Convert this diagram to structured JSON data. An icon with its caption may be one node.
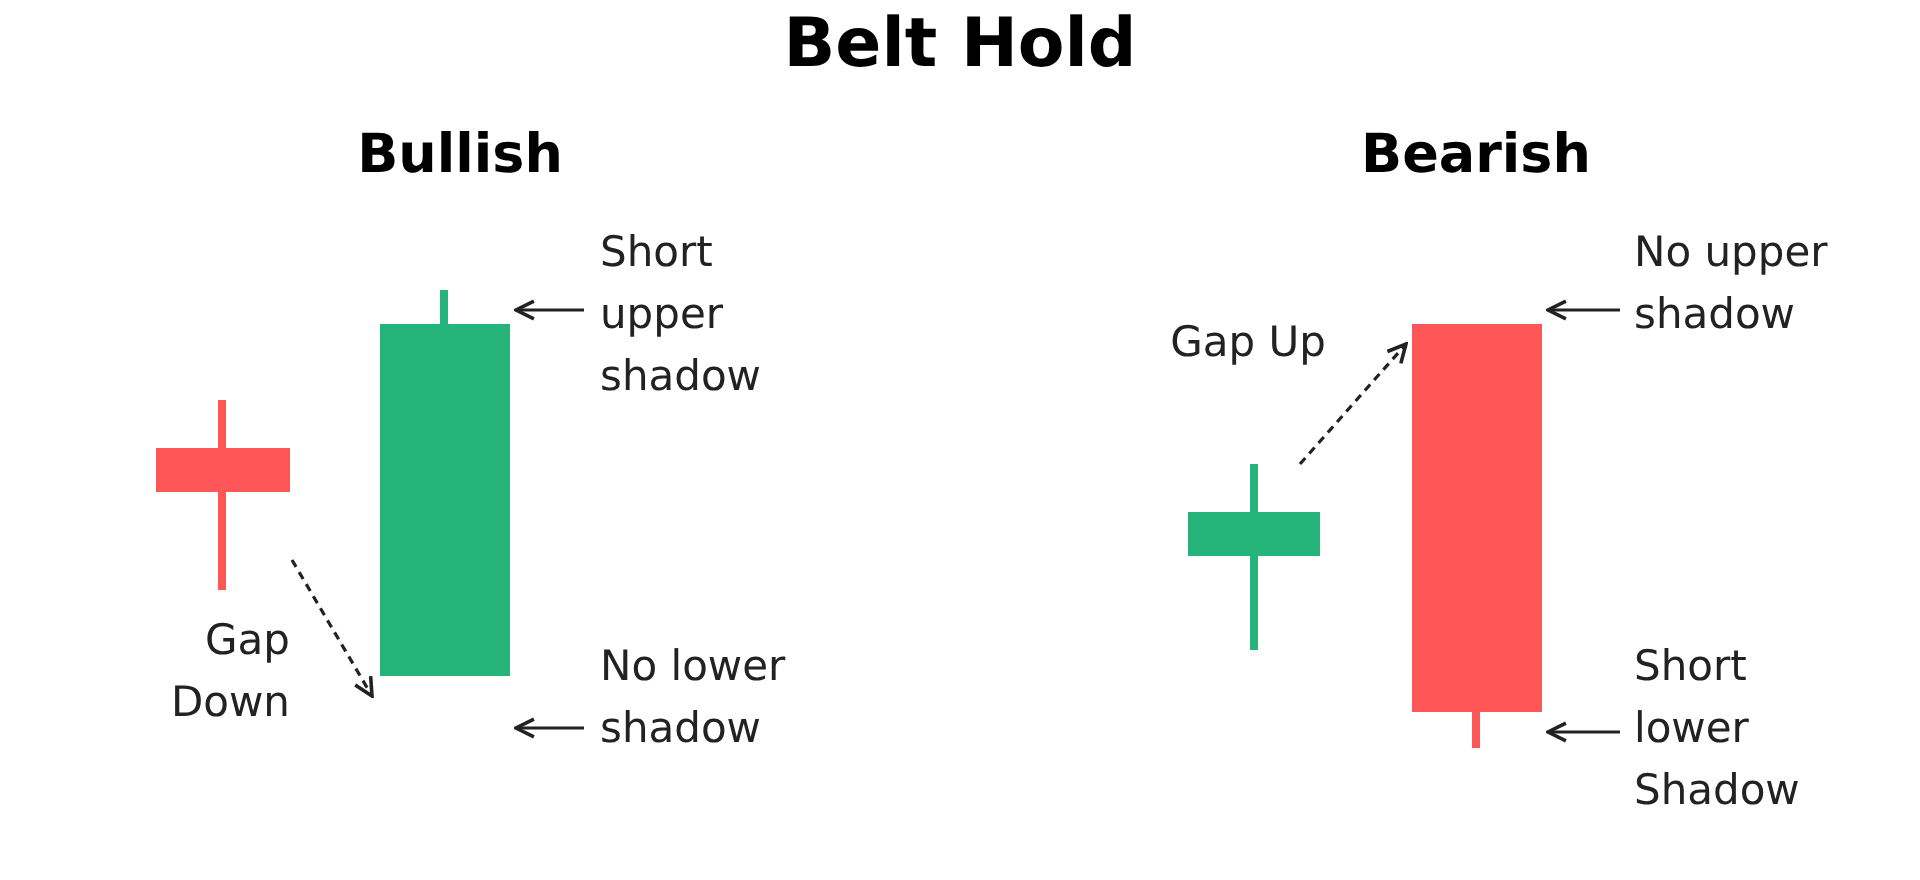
{
  "diagram": {
    "title": "Belt Hold",
    "nodes": [
      {
        "text": [],
        "shape": "bar"
      },
      {
        "text": [],
        "shape": "bar"
      },
      {
        "text": [
          "Short upper shadow"
        ]
      },
      {
        "text": [
          "No lower shadow"
        ]
      },
      {
        "text": [],
        "shape": "bar"
      },
      {
        "text": [],
        "shape": "bar"
      },
      {
        "text": [
          "No upper shadow"
        ]
      },
      {
        "text": [
          "Short lower Shadow"
        ]
      }
    ],
    "edges": [
      {
        "from": 0,
        "to": 1,
        "arrow": "to",
        "style": "dashed",
        "label": "Gap Down"
      },
      {
        "from": 2,
        "to": 1,
        "arrow": "to"
      },
      {
        "from": 3,
        "to": 1,
        "arrow": "to"
      },
      {
        "from": 4,
        "to": 5,
        "arrow": "to",
        "style": "dashed",
        "label": "Gap Up"
      },
      {
        "from": 6,
        "to": 5,
        "arrow": "to"
      },
      {
        "from": 7,
        "to": 5,
        "arrow": "to"
      }
    ],
    "labels": [
      "Bullish",
      "Bearish"
    ]
  }
}
